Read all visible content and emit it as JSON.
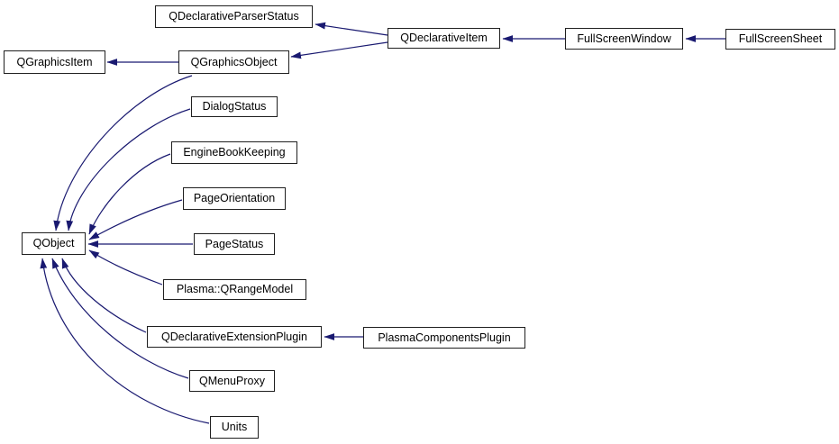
{
  "diagram": {
    "kind": "class-inheritance-graph",
    "background_color": "#ffffff",
    "node_fill_color": "#ffffff",
    "node_border_color": "#1f1f1f",
    "arrow_color": "#191970",
    "nodes": [
      {
        "id": "qdeclarativeparserstatus",
        "label": "QDeclarativeParserStatus"
      },
      {
        "id": "qgraphicsitem",
        "label": "QGraphicsItem"
      },
      {
        "id": "qgraphicsobject",
        "label": "QGraphicsObject"
      },
      {
        "id": "qdeclarativeitem",
        "label": "QDeclarativeItem"
      },
      {
        "id": "fullscreenwindow",
        "label": "FullScreenWindow"
      },
      {
        "id": "fullscreensheet",
        "label": "FullScreenSheet"
      },
      {
        "id": "dialogstatus",
        "label": "DialogStatus"
      },
      {
        "id": "enginebookkeeping",
        "label": "EngineBookKeeping"
      },
      {
        "id": "pageorientation",
        "label": "PageOrientation"
      },
      {
        "id": "qobject",
        "label": "QObject"
      },
      {
        "id": "pagestatus",
        "label": "PageStatus"
      },
      {
        "id": "plasmaqrangemodel",
        "label": "Plasma::QRangeModel"
      },
      {
        "id": "qdeclarativeextensionplugin",
        "label": "QDeclarativeExtensionPlugin"
      },
      {
        "id": "plasmacomponentsplugin",
        "label": "PlasmaComponentsPlugin"
      },
      {
        "id": "qmenuproxy",
        "label": "QMenuProxy"
      },
      {
        "id": "units",
        "label": "Units"
      }
    ],
    "edges": [
      {
        "from": "QDeclarativeItem",
        "to": "QDeclarativeParserStatus"
      },
      {
        "from": "QDeclarativeItem",
        "to": "QGraphicsObject"
      },
      {
        "from": "QGraphicsObject",
        "to": "QGraphicsItem"
      },
      {
        "from": "QGraphicsObject",
        "to": "QObject"
      },
      {
        "from": "FullScreenWindow",
        "to": "QDeclarativeItem"
      },
      {
        "from": "FullScreenSheet",
        "to": "FullScreenWindow"
      },
      {
        "from": "DialogStatus",
        "to": "QObject"
      },
      {
        "from": "EngineBookKeeping",
        "to": "QObject"
      },
      {
        "from": "PageOrientation",
        "to": "QObject"
      },
      {
        "from": "PageStatus",
        "to": "QObject"
      },
      {
        "from": "Plasma::QRangeModel",
        "to": "QObject"
      },
      {
        "from": "QDeclarativeExtensionPlugin",
        "to": "QObject"
      },
      {
        "from": "PlasmaComponentsPlugin",
        "to": "QDeclarativeExtensionPlugin"
      },
      {
        "from": "QMenuProxy",
        "to": "QObject"
      },
      {
        "from": "Units",
        "to": "QObject"
      }
    ]
  }
}
